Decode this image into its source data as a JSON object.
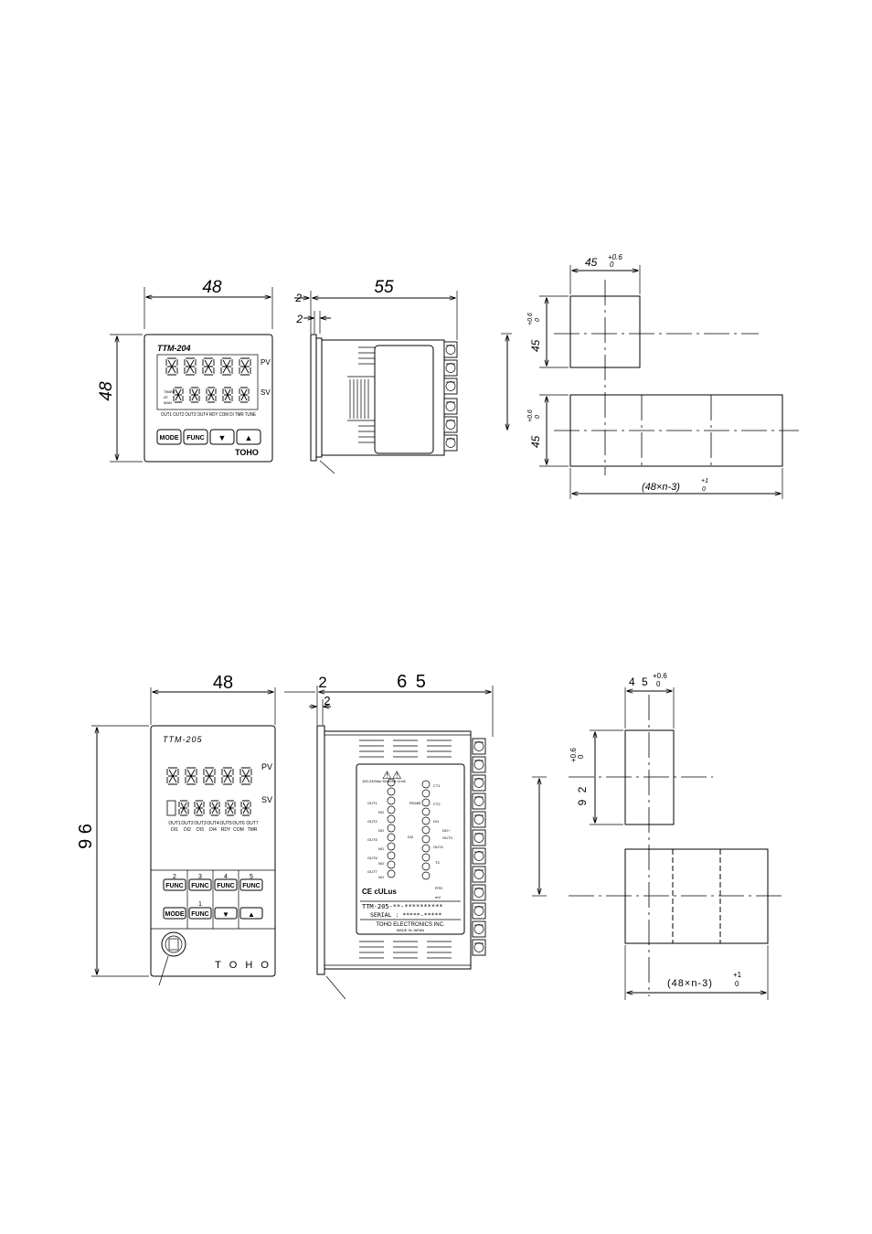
{
  "top": {
    "front": {
      "model": "TTM-204",
      "brand": "TOHO",
      "width_dim": "48",
      "height_dim": "48",
      "pv_label": "PV",
      "sv_label": "SV",
      "status_labels": "OUT1 OUT2 OUT3 OUT4 RDY COM DI TMR TUNE",
      "side_indicators": [
        "TIMER",
        "AT",
        "MAN"
      ],
      "buttons": [
        "MODE",
        "FUNC",
        "▼",
        "▲"
      ]
    },
    "side": {
      "depth_dim": "55",
      "bezel_dim_a": "2",
      "bezel_dim_b": "2"
    },
    "cutout": {
      "width_dim": "45",
      "width_tol_upper": "+0.6",
      "width_tol_lower": "0",
      "height_dim_a": "45",
      "height_tol_upper_a": "+0.6",
      "height_tol_lower_a": "0",
      "height_dim_b": "45",
      "height_tol_upper_b": "+0.6",
      "height_tol_lower_b": "0",
      "gang_dim": "(48×n-3)",
      "gang_tol_upper": "+1",
      "gang_tol_lower": "0"
    }
  },
  "bottom": {
    "front": {
      "model": "TTM-205",
      "brand": "T O H O",
      "width_dim": "48",
      "height_dim": "9 6",
      "pv_label": "PV",
      "sv_label": "SV",
      "status_row1": [
        "OUT1",
        "OUT2",
        "OUT3",
        "OUT4",
        "OUT5",
        "OUT6",
        "OUT7"
      ],
      "status_row2": [
        "DI1",
        "DI2",
        "DI3",
        "DI4",
        "RDY",
        "COM",
        "TMR"
      ],
      "fkey_numbers": [
        "2",
        "3",
        "4",
        "5",
        "1"
      ],
      "fkey_label": "FUNC",
      "mode_label": "MODE",
      "arrow_down": "▼",
      "arrow_up": "▲"
    },
    "side": {
      "depth_dim": "6 5",
      "bezel_dim_a": "2",
      "bezel_dim_b": "2",
      "label_model": "TTM-205-**-**********",
      "label_serial": "SERIAL : *****-*****",
      "label_maker": "TOHO ELECTRONICS INC.",
      "label_origin": "MADE IN JAPAN",
      "power_text": "100-240Vac 50-60Hz 11VA",
      "warning_marks": "⚠⚠",
      "cert_marks": "CE cULus",
      "terminal_left": [
        "OUT1",
        "NO",
        "OUT2",
        "NO",
        "OUT5",
        "NO",
        "OUT6",
        "NO",
        "OUT7",
        "NO"
      ],
      "terminal_right": [
        "CT1",
        "CT2",
        "RS485",
        "DI1",
        "DI2",
        "NO+",
        "OUT3",
        "OUT4",
        "TC",
        "RTD",
        "mV"
      ]
    },
    "cutout": {
      "width_dim": "4 5",
      "width_tol_upper": "+0.6",
      "width_tol_lower": "0",
      "height_dim": "9 2",
      "height_tol_upper": "+0.6",
      "height_tol_lower": "0",
      "gang_dim": "(48×n-3)",
      "gang_tol_upper": "+1",
      "gang_tol_lower": "0"
    }
  }
}
